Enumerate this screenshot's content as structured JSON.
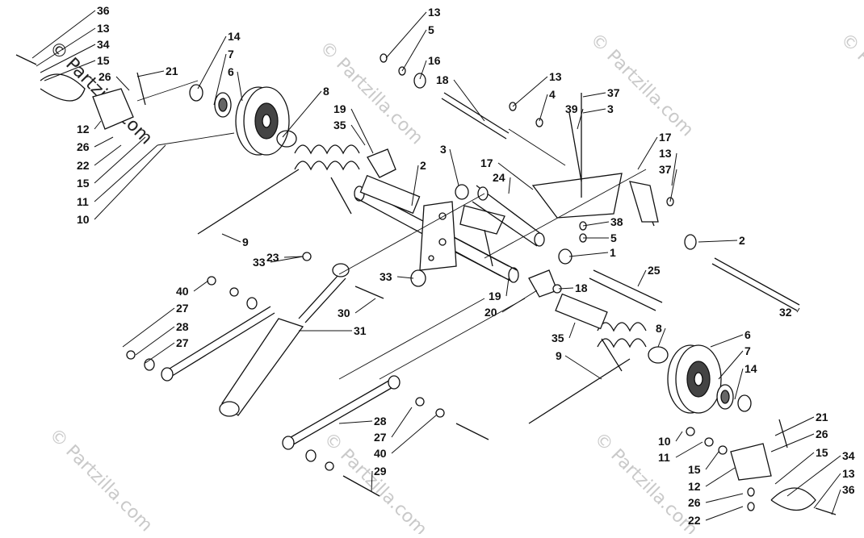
{
  "diagram": {
    "watermark": "© Partzilla.com",
    "callouts": [
      "36",
      "13",
      "34",
      "15",
      "26",
      "21",
      "12",
      "26",
      "22",
      "15",
      "11",
      "10",
      "14",
      "7",
      "6",
      "8",
      "9",
      "33",
      "13",
      "5",
      "16",
      "18",
      "19",
      "35",
      "2",
      "3",
      "24",
      "17",
      "13",
      "4",
      "39",
      "37",
      "3",
      "17",
      "13",
      "37",
      "38",
      "5",
      "2",
      "1",
      "19",
      "18",
      "20",
      "25",
      "33",
      "23",
      "40",
      "27",
      "28",
      "27",
      "30",
      "31",
      "32",
      "35",
      "9",
      "8",
      "6",
      "7",
      "14",
      "28",
      "27",
      "40",
      "29",
      "21",
      "26",
      "15",
      "10",
      "11",
      "15",
      "12",
      "26",
      "22",
      "34",
      "13",
      "36"
    ]
  }
}
